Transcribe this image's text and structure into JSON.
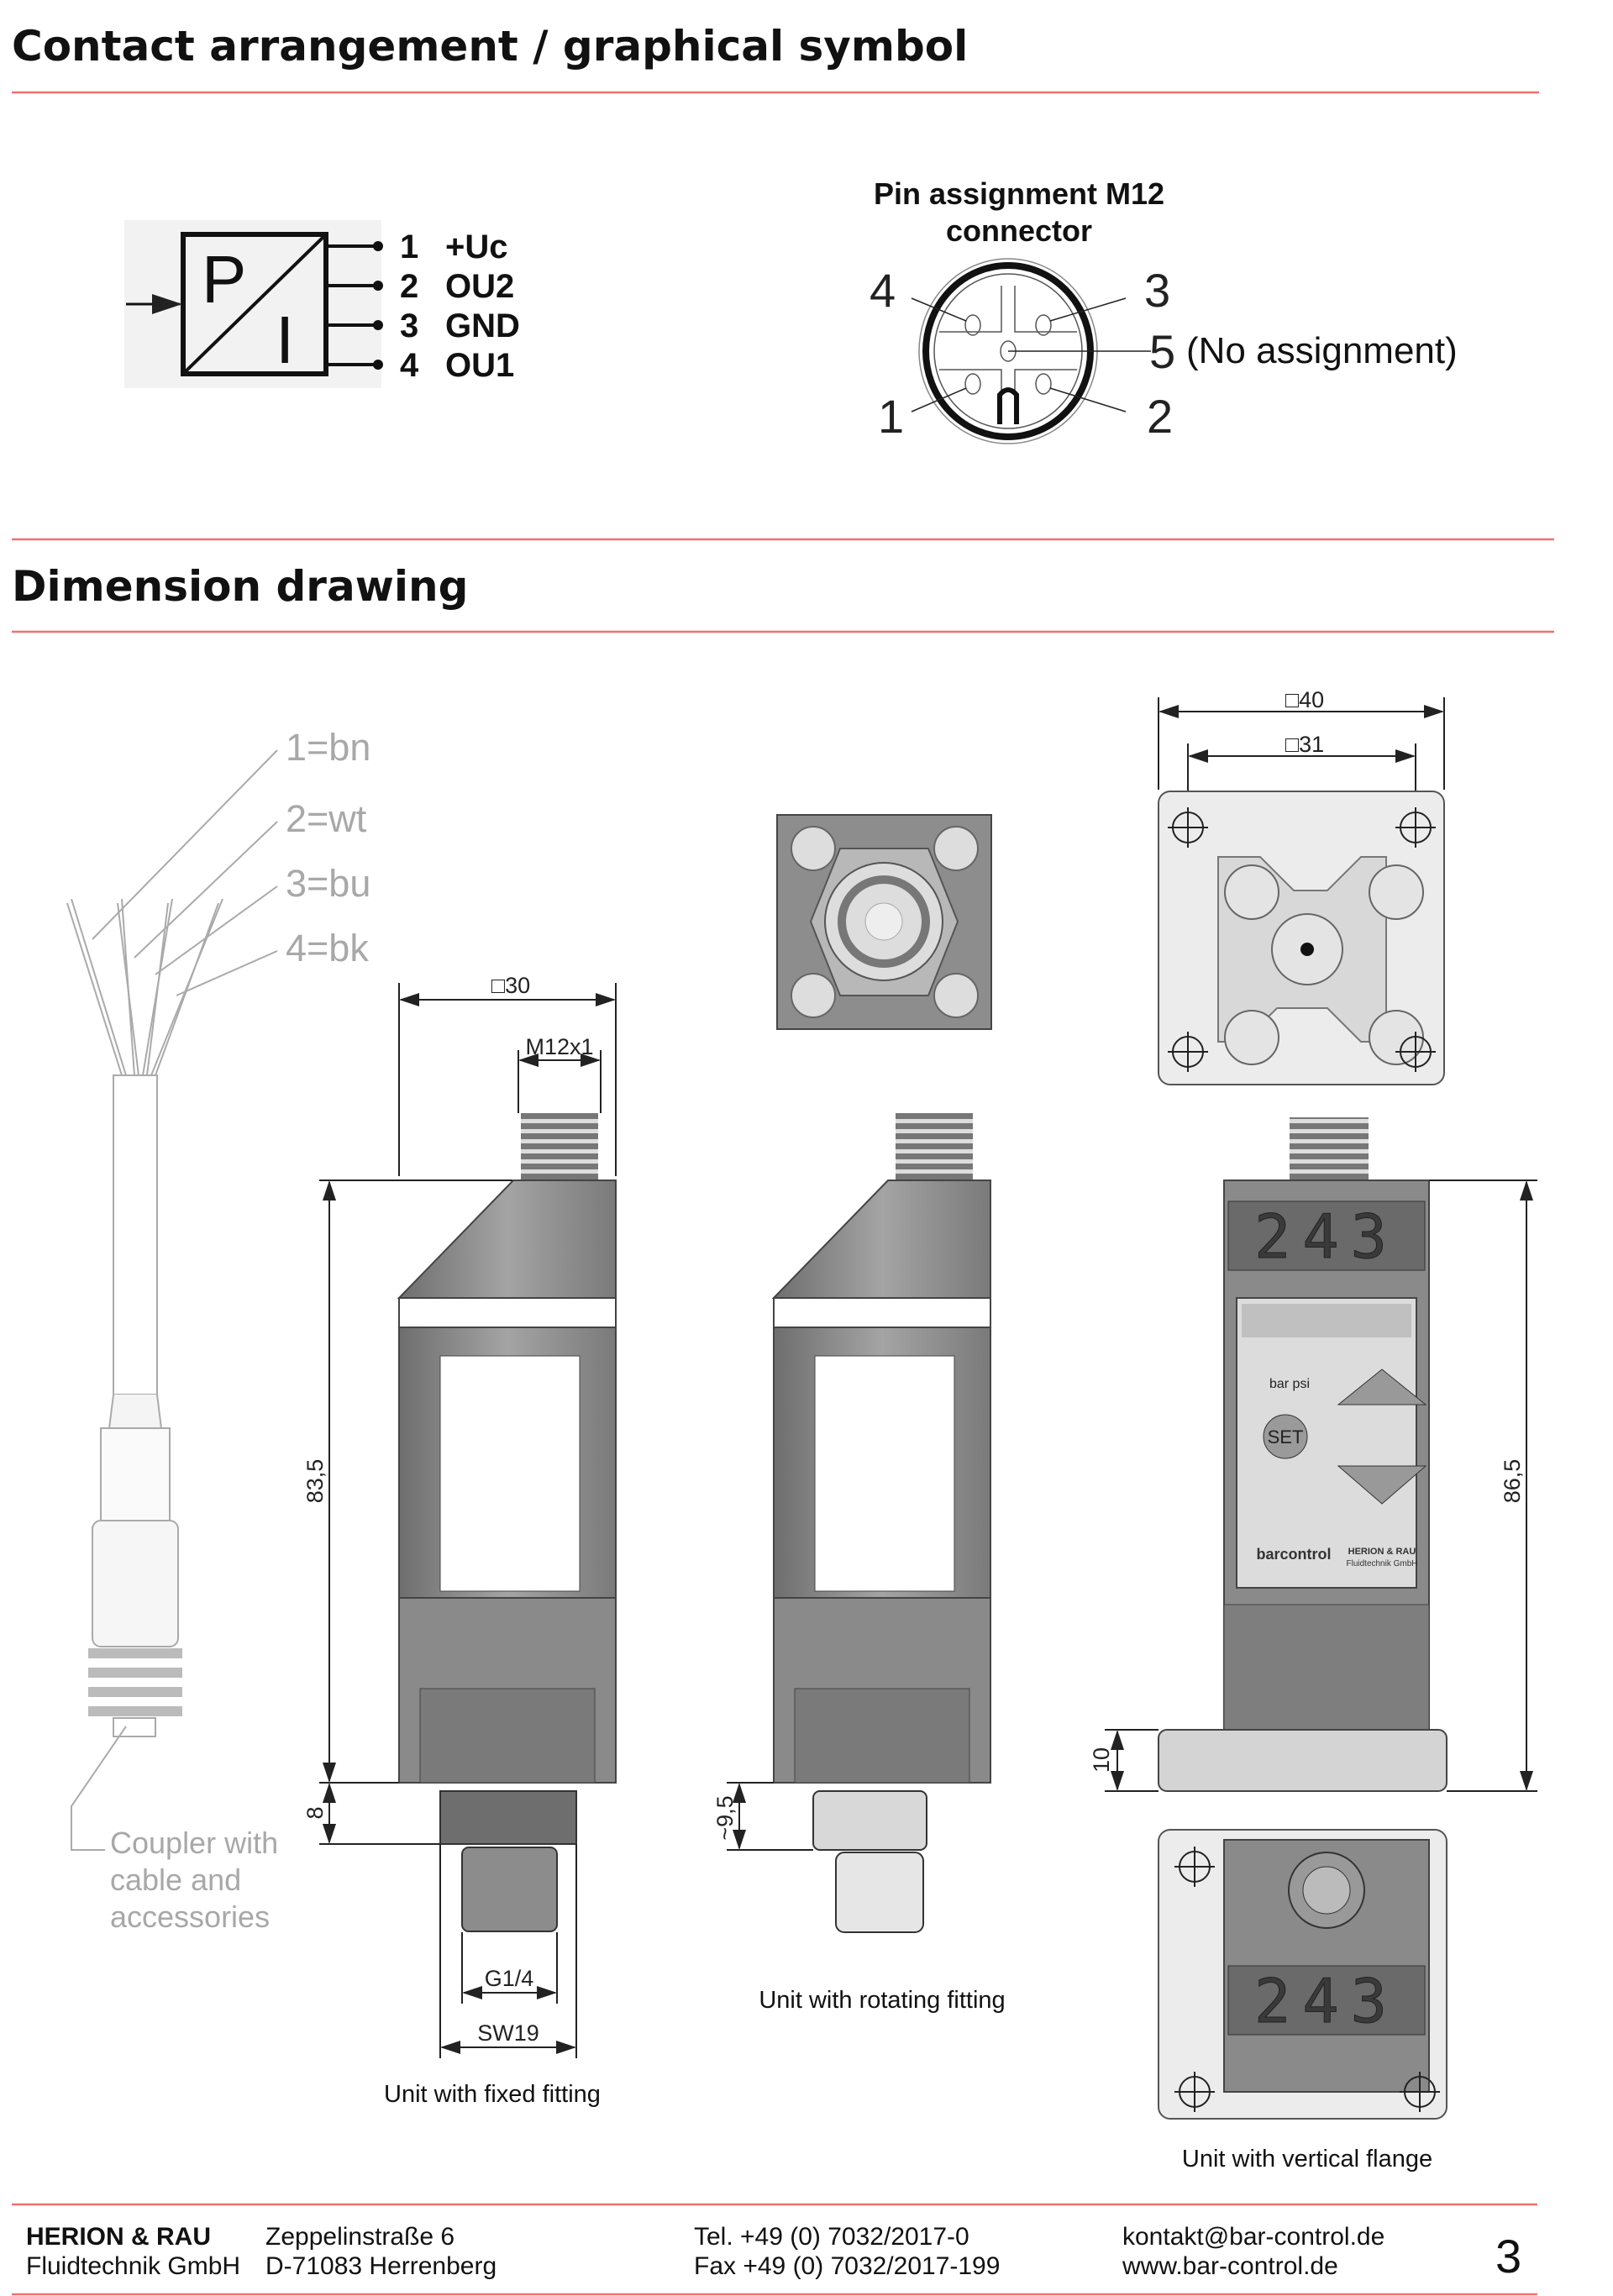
{
  "section1": {
    "title": "Contact arrangement / graphical symbol",
    "symbol": {
      "letters": [
        "P",
        "I"
      ],
      "pins": [
        {
          "num": "1",
          "label": "+Uc"
        },
        {
          "num": "2",
          "label": "OU2"
        },
        {
          "num": "3",
          "label": "GND"
        },
        {
          "num": "4",
          "label": "OU1"
        }
      ]
    },
    "connector": {
      "title_line1": "Pin assignment M12",
      "title_line2": "connector",
      "pin_numbers": [
        "1",
        "2",
        "3",
        "4",
        "5"
      ],
      "pin5_note": "(No assignment)"
    }
  },
  "section2": {
    "title": "Dimension drawing",
    "wires": [
      "1=bn",
      "2=wt",
      "3=bu",
      "4=bk"
    ],
    "coupler_lines": [
      "Coupler with",
      "cable and",
      "accessories"
    ],
    "fixed": {
      "dim_square": "□30",
      "dim_thread": "M12x1",
      "dim_height": "83,5",
      "dim_fitting": "8",
      "dim_g": "G1/4",
      "dim_sw": "SW19",
      "caption": "Unit with fixed fitting"
    },
    "rotating": {
      "dim_fitting": "~9,5",
      "caption": "Unit with rotating  fitting"
    },
    "flange": {
      "dim_outer": "□40",
      "dim_inner": "□31",
      "dim_height": "86,5",
      "dim_flange": "10",
      "display_value": "243",
      "unit_labels": "bar psi",
      "set_button": "SET",
      "brand": "barcontrol",
      "maker": "HERION & RAU",
      "maker_sub": "Fluidtechnik GmbH",
      "caption": "Unit with vertical  flange"
    }
  },
  "footer": {
    "company1": "HERION & RAU",
    "company2": "Fluidtechnik GmbH",
    "street": "Zeppelinstraße 6",
    "city": "D-71083 Herrenberg",
    "tel": "Tel. +49 (0) 7032/2017-0",
    "fax": "Fax +49 (0) 7032/2017-199",
    "email": "kontakt@bar-control.de",
    "web": "www.bar-control.de",
    "page": "3"
  },
  "colors": {
    "rule": "#f07070",
    "body_gray": "#8a8a8a",
    "label_gray": "#a8a8a8"
  }
}
